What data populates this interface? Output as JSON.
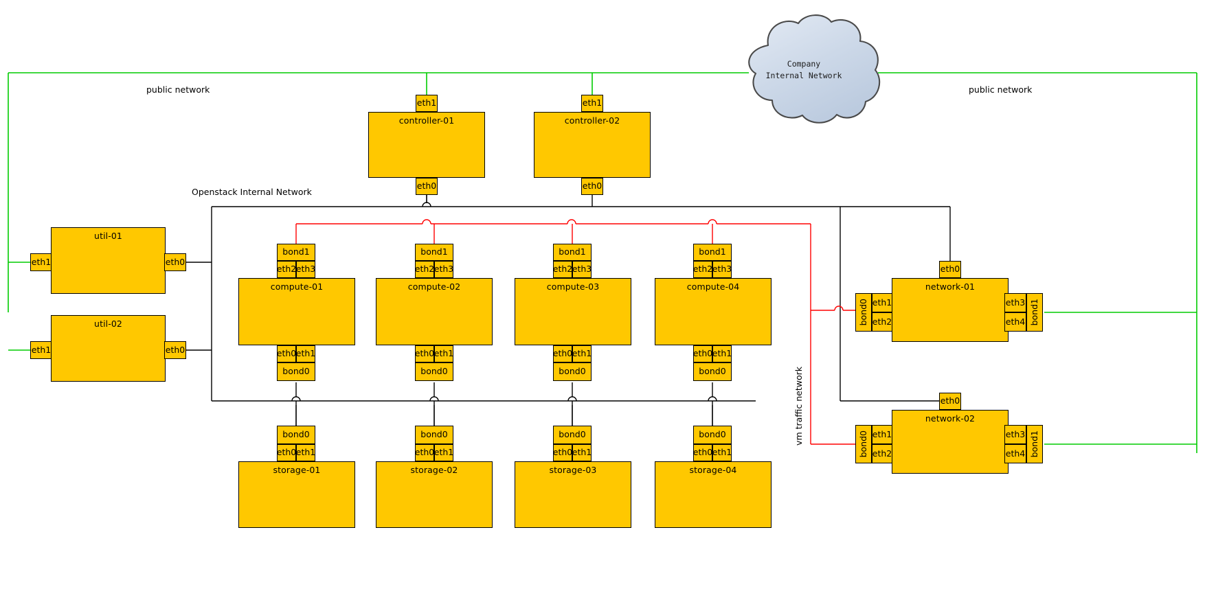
{
  "diagram": {
    "title": "OpenStack deployment network topology",
    "colors": {
      "node_fill": "#FFC800",
      "node_stroke": "#000000",
      "public_network": "#00CC00",
      "internal_network": "#000000",
      "vm_traffic_network": "#FF0000",
      "cloud_fill": "#CBD6E6",
      "cloud_stroke": "#4A4A4A"
    }
  },
  "labels": {
    "public_network_left": "public network",
    "public_network_right": "public network",
    "openstack_internal_network": "Openstack Internal Network",
    "vm_traffic_network": "vm traffic network"
  },
  "cloud": {
    "name": "company-internal-network-cloud",
    "text": "Company\nInternal Network"
  },
  "ports": {
    "eth0": "eth0",
    "eth1": "eth1",
    "eth2": "eth2",
    "eth3": "eth3",
    "eth4": "eth4",
    "bond0": "bond0",
    "bond1": "bond1"
  },
  "nodes": {
    "controllers": [
      {
        "name": "controller-01",
        "top_port": "eth1",
        "bottom_port": "eth0"
      },
      {
        "name": "controller-02",
        "top_port": "eth1",
        "bottom_port": "eth0"
      }
    ],
    "utils": [
      {
        "name": "util-01",
        "left_port": "eth1",
        "right_port": "eth0"
      },
      {
        "name": "util-02",
        "left_port": "eth1",
        "right_port": "eth0"
      }
    ],
    "computes": [
      {
        "name": "compute-01",
        "top_bond": "bond1",
        "top_ports": [
          "eth2",
          "eth3"
        ],
        "bottom_ports": [
          "eth0",
          "eth1"
        ],
        "bottom_bond": "bond0"
      },
      {
        "name": "compute-02",
        "top_bond": "bond1",
        "top_ports": [
          "eth2",
          "eth3"
        ],
        "bottom_ports": [
          "eth0",
          "eth1"
        ],
        "bottom_bond": "bond0"
      },
      {
        "name": "compute-03",
        "top_bond": "bond1",
        "top_ports": [
          "eth2",
          "eth3"
        ],
        "bottom_ports": [
          "eth0",
          "eth1"
        ],
        "bottom_bond": "bond0"
      },
      {
        "name": "compute-04",
        "top_bond": "bond1",
        "top_ports": [
          "eth2",
          "eth3"
        ],
        "bottom_ports": [
          "eth0",
          "eth1"
        ],
        "bottom_bond": "bond0"
      }
    ],
    "storages": [
      {
        "name": "storage-01",
        "top_bond": "bond0",
        "top_ports": [
          "eth0",
          "eth1"
        ]
      },
      {
        "name": "storage-02",
        "top_bond": "bond0",
        "top_ports": [
          "eth0",
          "eth1"
        ]
      },
      {
        "name": "storage-03",
        "top_bond": "bond0",
        "top_ports": [
          "eth0",
          "eth1"
        ]
      },
      {
        "name": "storage-04",
        "top_bond": "bond0",
        "top_ports": [
          "eth0",
          "eth1"
        ]
      }
    ],
    "networks": [
      {
        "name": "network-01",
        "top_port": "eth0",
        "left_bond": "bond0",
        "left_ports": [
          "eth1",
          "eth2"
        ],
        "right_ports": [
          "eth3",
          "eth4"
        ],
        "right_bond": "bond1"
      },
      {
        "name": "network-02",
        "top_port": "eth0",
        "left_bond": "bond0",
        "left_ports": [
          "eth1",
          "eth2"
        ],
        "right_ports": [
          "eth3",
          "eth4"
        ],
        "right_bond": "bond1"
      }
    ]
  }
}
